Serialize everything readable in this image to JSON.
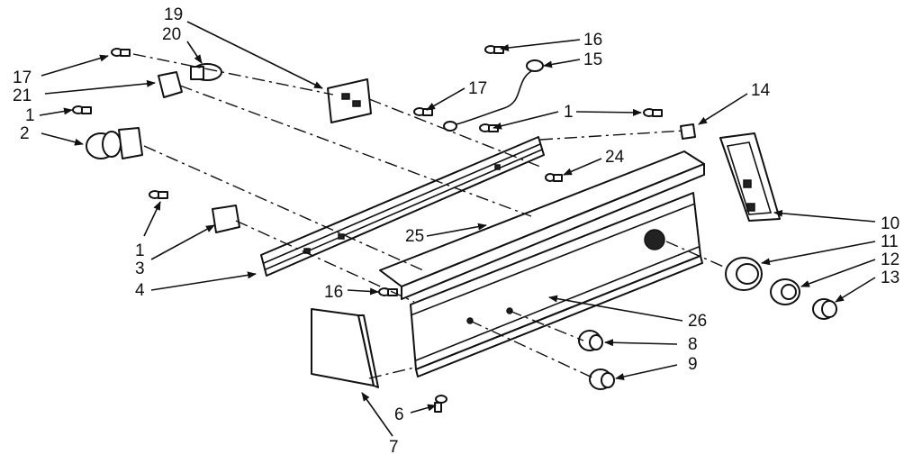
{
  "diagram": {
    "callouts": [
      "19",
      "20",
      "17",
      "21",
      "1",
      "2",
      "16",
      "15",
      "17",
      "1",
      "14",
      "24",
      "25",
      "10",
      "11",
      "12",
      "13",
      "1",
      "3",
      "4",
      "16",
      "26",
      "8",
      "9",
      "6",
      "7"
    ],
    "style": {
      "ink": "#111111",
      "paper": "#ffffff"
    }
  }
}
